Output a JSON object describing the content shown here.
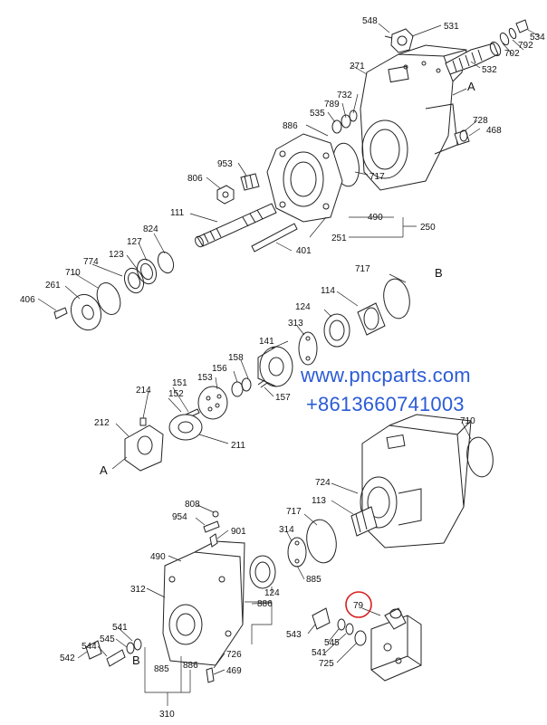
{
  "labels": {
    "p548": "548",
    "p531": "531",
    "p534": "534",
    "p792": "792",
    "p702": "702",
    "p532": "532",
    "p271": "271",
    "pA1": "A",
    "p732": "732",
    "p789": "789",
    "p535": "535",
    "p886a": "886",
    "p728": "728",
    "p468": "468",
    "p953": "953",
    "p806": "806",
    "p717a": "717",
    "p111": "111",
    "p490": "490",
    "p250": "250",
    "p251": "251",
    "p824": "824",
    "p127": "127",
    "p123": "123",
    "p774": "774",
    "p401": "401",
    "p710a": "710",
    "p261": "261",
    "p406": "406",
    "p717b": "717",
    "pB1": "B",
    "p114": "114",
    "p124a": "124",
    "p313": "313",
    "p141": "141",
    "p158": "158",
    "p156": "156",
    "p153": "153",
    "p157": "157",
    "p151": "151",
    "p152": "152",
    "p214": "214",
    "p212": "212",
    "p211": "211",
    "pA2": "A",
    "p710b": "710",
    "p724": "724",
    "p113": "113",
    "p717c": "717",
    "p808": "808",
    "p954": "954",
    "p901": "901",
    "p314": "314",
    "p490b": "490",
    "p885a": "885",
    "p312": "312",
    "p124b": "124",
    "p886b": "886",
    "p79": "79",
    "p541a": "541",
    "p545a": "545",
    "p544": "544",
    "p542": "542",
    "pB2": "B",
    "p543": "543",
    "p545b": "545",
    "p541b": "541",
    "p725": "725",
    "p726": "726",
    "p469": "469",
    "p885b": "885",
    "p886c": "886",
    "p310": "310"
  },
  "watermark": {
    "url": "www.pncparts.com",
    "phone": "+8613660741003",
    "color": "#2b5bd6"
  },
  "highlight": {
    "label_key": "p79",
    "color": "#d62020"
  }
}
